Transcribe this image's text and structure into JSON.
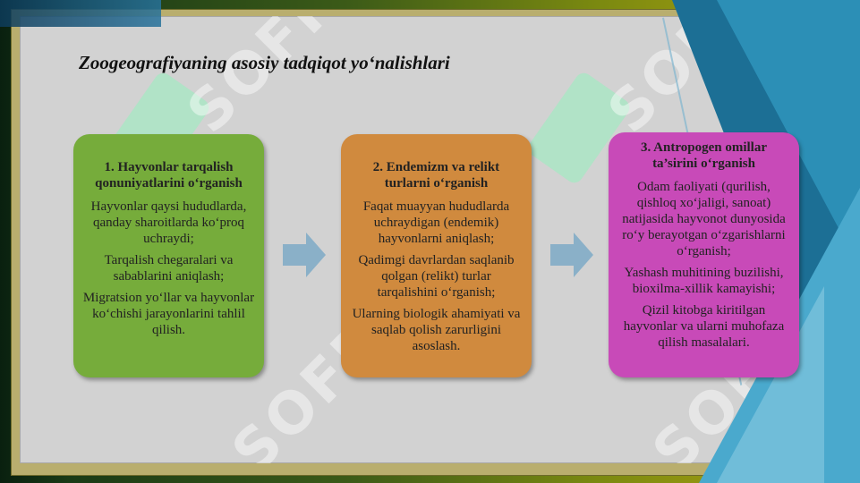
{
  "title": "Zoogeografiyaning asosiy tadqiqot yo‘nalishlari",
  "watermark": "SOFF",
  "colors": {
    "card1": "#76ac3b",
    "card2": "#d08a3e",
    "card3": "#c84ab8",
    "arrow": "#8ab0c8"
  },
  "cards": [
    {
      "heading": "1. Hayvonlar tarqalish qonuniyatlarini o‘rganish",
      "items": [
        "Hayvonlar qaysi hududlarda, qanday sharoitlarda ko‘proq uchraydi;",
        "Tarqalish chegaralari va sabablarini aniqlash;",
        "Migratsion yo‘llar va hayvonlar ko‘chishi jarayonlarini tahlil qilish."
      ]
    },
    {
      "heading": "2. Endemizm va relikt turlarni o‘rganish",
      "items": [
        "Faqat muayyan hududlarda uchraydigan (endemik) hayvonlarni aniqlash;",
        "Qadimgi davrlardan saqlanib qolgan (relikt) turlar tarqalishini o‘rganish;",
        "Ularning biologik ahamiyati va saqlab qolish zarurligini asoslash."
      ]
    },
    {
      "heading": "3. Antropogen omillar ta’sirini o‘rganish",
      "items": [
        "Odam faoliyati (qurilish, qishloq xo‘jaligi, sanoat) natijasida hayvonot dunyosida ro‘y berayotgan o‘zgarishlarni o‘rganish;",
        "Yashash muhitining buzilishi, bioxilma-xillik kamayishi;",
        "Qizil kitobga kiritilgan hayvonlar va ularni muhofaza qilish masalalari."
      ]
    }
  ]
}
